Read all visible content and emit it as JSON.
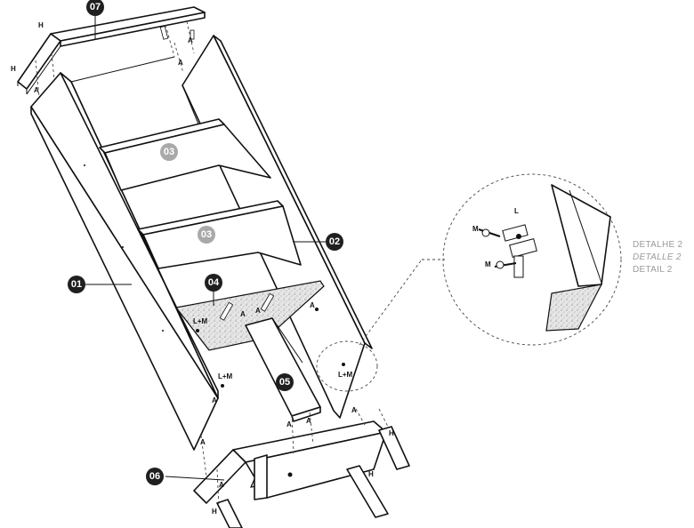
{
  "parts": {
    "p01": "01",
    "p02": "02",
    "p03a": "03",
    "p03b": "03",
    "p04": "04",
    "p05": "05",
    "p06": "06",
    "p07": "07"
  },
  "hardware": {
    "a": "A",
    "h": "H",
    "lm": "L+M",
    "l": "L",
    "m": "M"
  },
  "detail": {
    "pt": "DETALHE 2",
    "es": "DETALLE 2",
    "en": "DETAIL 2"
  },
  "colors": {
    "badge_dark": "#1f1f1f",
    "badge_grey": "#a9a9a9",
    "line": "#111111",
    "caption": "#9a9a9a"
  }
}
